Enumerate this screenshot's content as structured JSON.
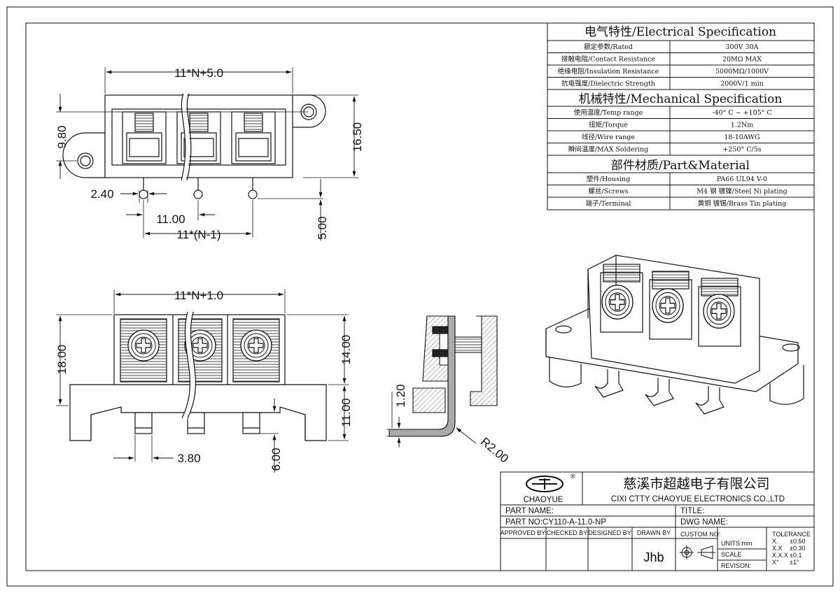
{
  "spec": {
    "electrical_title": "电气特性/Electrical Specification",
    "electrical_rows": [
      {
        "label": "额定参数/Rated",
        "value": "300V  30A"
      },
      {
        "label": "接触电阻/Contact Resistance",
        "value": "20MΩ MAX"
      },
      {
        "label": "绝缘电阻/Insulation Resistance",
        "value": "5000MΩ/1000V"
      },
      {
        "label": "抗电强度/Dielectric Strength",
        "value": "2000V/1 min"
      }
    ],
    "mechanical_title": "机械特性/Mechanical Specification",
    "mechanical_rows": [
      {
        "label": "使用温度/Temp range",
        "value": "-40° C ~ +105° C"
      },
      {
        "label": "扭矩/Torque",
        "value": "1.2Nm"
      },
      {
        "label": "线径/Wire range",
        "value": "18-10AWG"
      },
      {
        "label": "瞬间温度/MAX Soldering",
        "value": "+250° C/5s"
      }
    ],
    "material_title": "部件材质/Part&Material",
    "material_rows": [
      {
        "label": "塑件/Housing",
        "value": "PA66 UL94 V-0"
      },
      {
        "label": "螺丝/Screws",
        "value": "M4 钢 镀镍/Steel Ni plating"
      },
      {
        "label": "端子/Terminal",
        "value": "黄铜 镀锡/Brass Tin  plating"
      }
    ]
  },
  "dims": {
    "top_width": "11*N+5.0",
    "height_980": "9.80",
    "height_1650": "16.50",
    "pin_dia": "2.40",
    "pitch": "11.00",
    "pitch_total": "11*(N-1)",
    "pin_len": "5.00",
    "front_width": "11*N+1.0",
    "front_h18": "18.00",
    "front_h14": "14.00",
    "front_h11": "11.00",
    "pin_w": "3.80",
    "pin_h6": "6.00",
    "sec_t": "1.20",
    "sec_r": "R2.00"
  },
  "title_block": {
    "company_cn": "慈溪市超越电子有限公司",
    "company_en": "CIXI CTTY CHAOYUE ELECTRONICS CO.,LTD",
    "logo_text": "CHAOYUE",
    "part_name_label": "PART NAME:",
    "title_label": "TITLE:",
    "part_no_label": "PART NO:CY110-A-11.0-NP",
    "dwg_name_label": "DWG NAME:",
    "approved_by": "APPROVED BY",
    "checked_by": "CHECKED BY",
    "designed_by": "DESIGNED BY",
    "drawn_by": "DRAWN BY",
    "drawn_by_value": "Jhb",
    "custom_no": "CUSTOM NO:",
    "units": "UNITS:mm",
    "scale": "SCALE",
    "revision": "REVISON:",
    "tolerance_title": "TOLERANCE",
    "tolerance_rows": [
      {
        "k": "X.",
        "v": "±0.50"
      },
      {
        "k": "X.X",
        "v": "±0.30"
      },
      {
        "k": "X.X.X",
        "v": "±0.1"
      },
      {
        "k": "X°",
        "v": "±1°"
      }
    ]
  }
}
